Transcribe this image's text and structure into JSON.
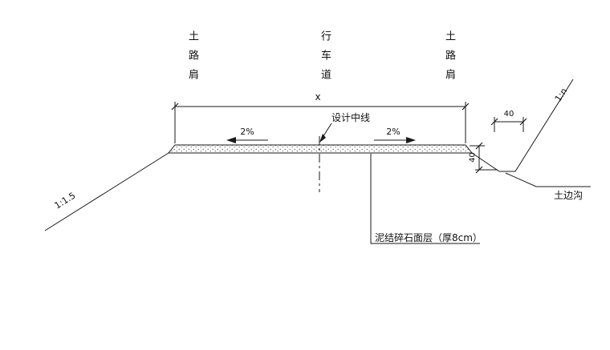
{
  "title": "road-cross-section-drawing",
  "labels": {
    "shoulder_left": "土路肩",
    "carriageway": "行车道",
    "shoulder_right": "土路肩",
    "width_dim": "x",
    "design_centerline": "设计中线",
    "cross_slope_left": "2%",
    "cross_slope_right": "2%",
    "embankment_slope_left": "1:1.5",
    "ditch_back_slope": "1:n",
    "ditch_depth_dim": "40",
    "ditch_width_dim": "40",
    "side_ditch": "土边沟",
    "surface_layer": "泥结碎石面层（厚8cm）"
  },
  "colors": {
    "line": "#1a1a1a",
    "background": "#ffffff",
    "stipple": "#555555"
  }
}
